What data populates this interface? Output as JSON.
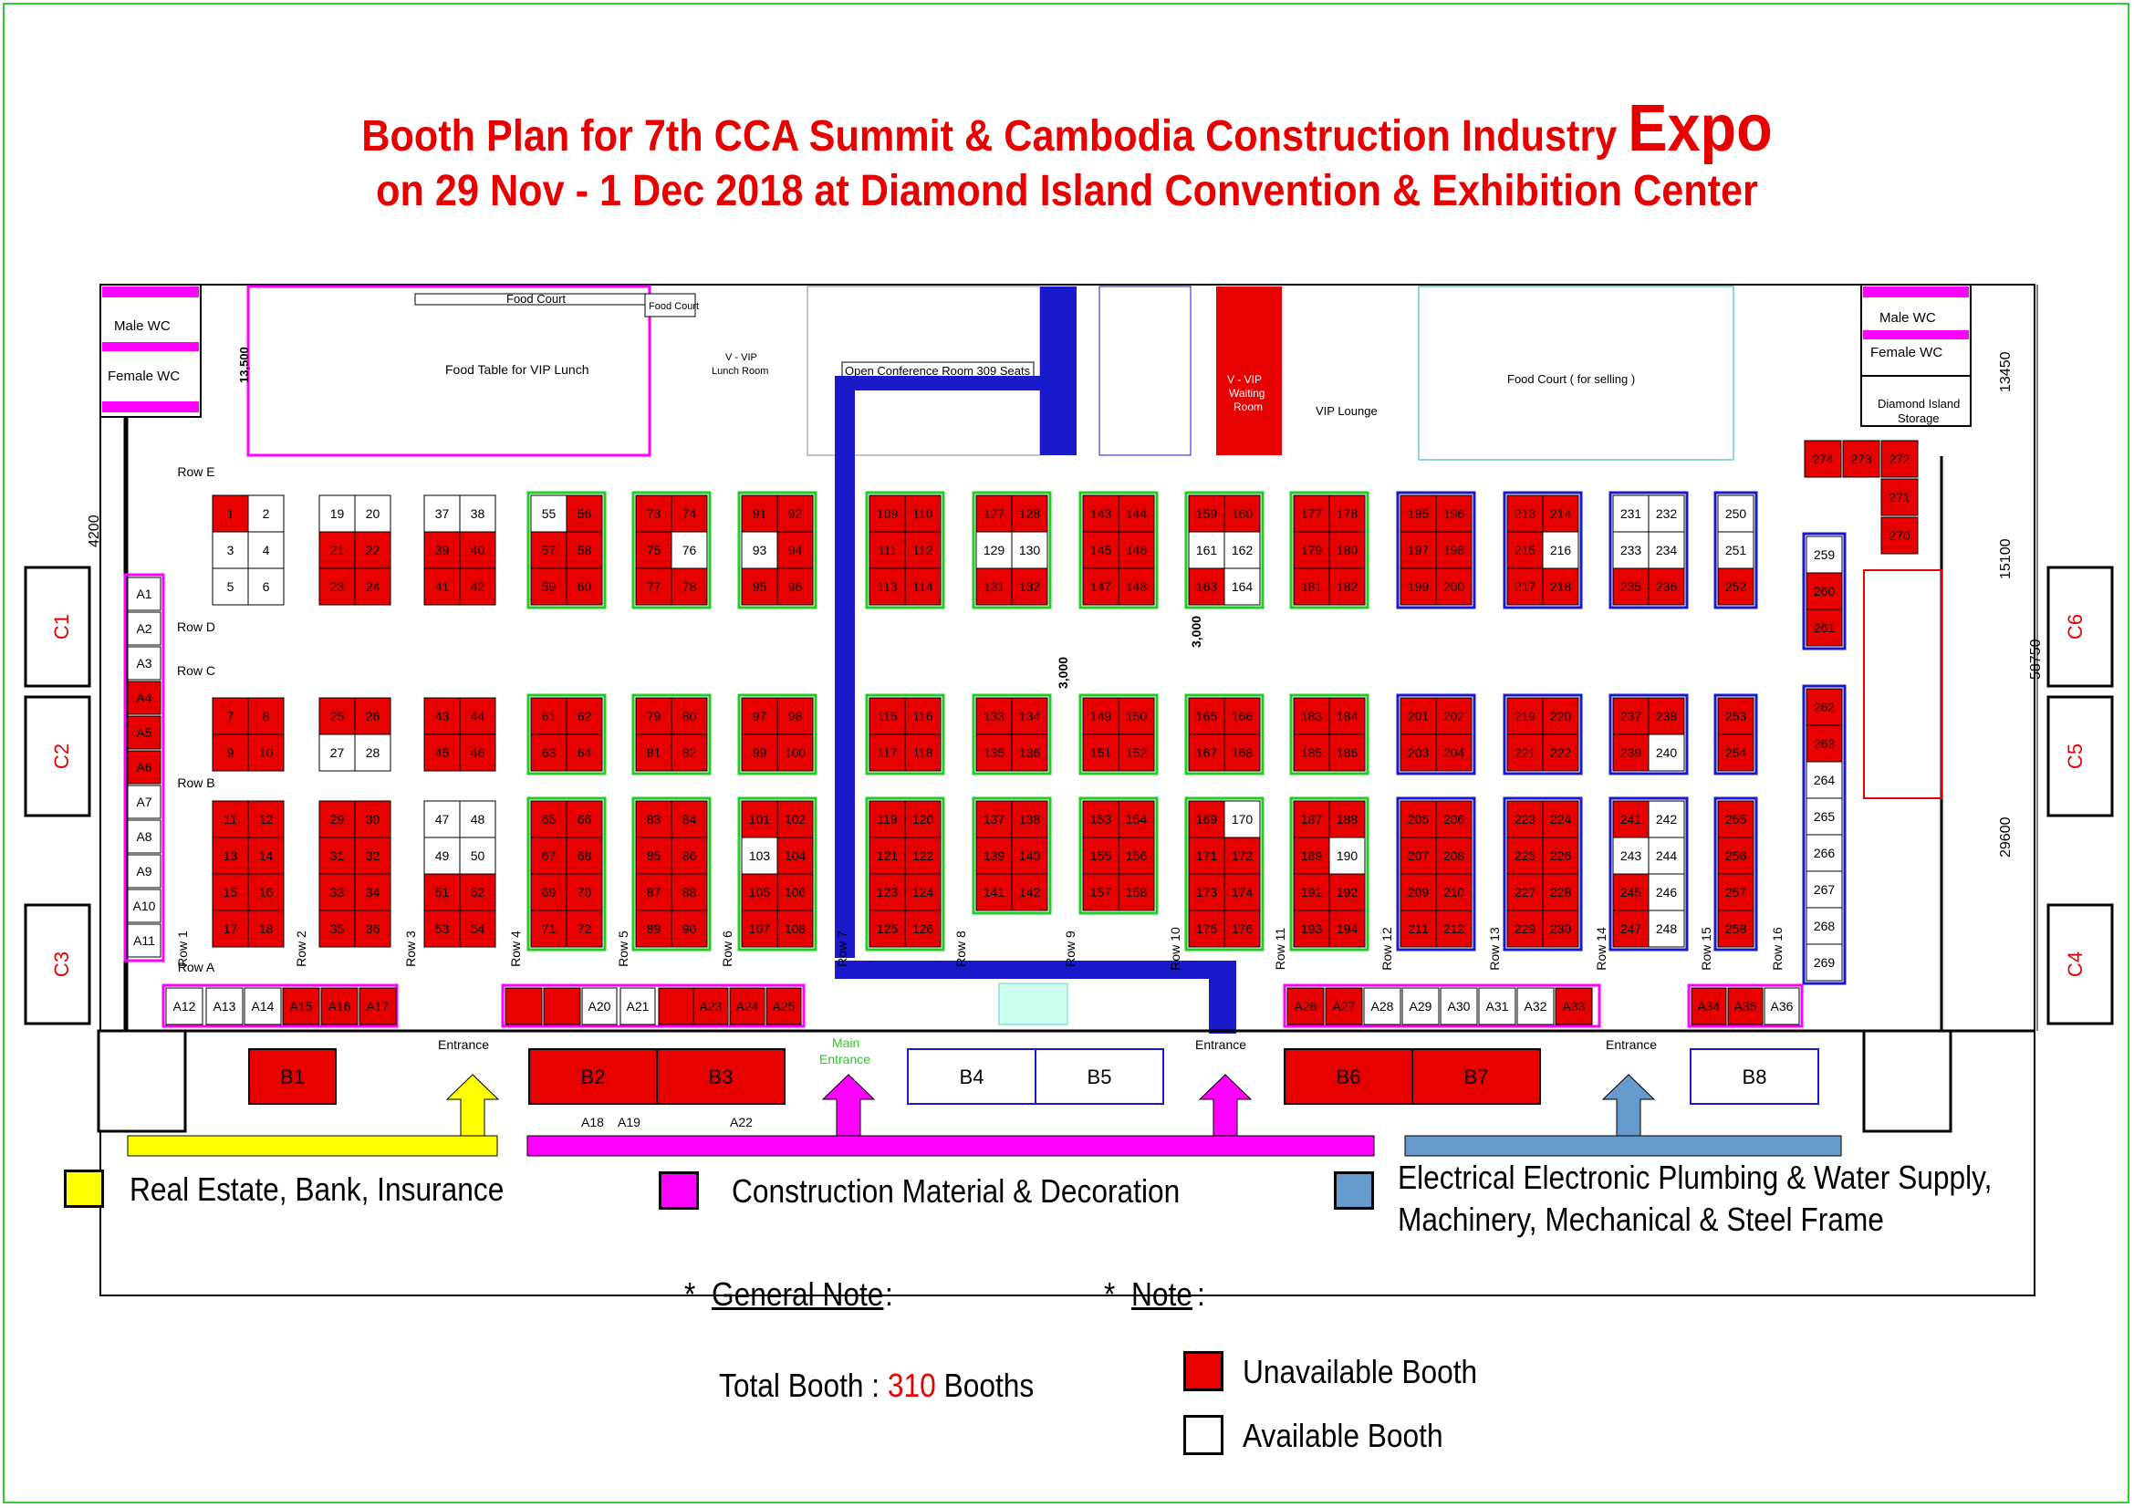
{
  "title": {
    "line1": "Booth Plan for 7th CCA Summit & Cambodia Construction Industry",
    "line1_emph": "Expo",
    "line2": "on 29 Nov - 1 Dec 2018 at Diamond Island Convention & Exhibition Center"
  },
  "colors": {
    "unavailable": "#e60000",
    "available": "#ffffff",
    "green_border": "#22cc22",
    "blue_border": "#1a1acc",
    "magenta": "#ff00ff",
    "yellow": "#ffff00",
    "steel_blue": "#6699cc",
    "accent_red": "#e60000"
  },
  "rooms": {
    "male_wc_left": "Male WC",
    "female_wc_left": "Female WC",
    "food_court_top": "Food Court",
    "food_court_box": "Food Court",
    "vip_lunch_table": "Food Table for VIP Lunch",
    "dim_13500": "13,500",
    "vip_lunch_room_1": "V - VIP",
    "vip_lunch_room_2": "Lunch Room",
    "conference": "Open Conference Room 309 Seats",
    "vvip_waiting_1": "V - VIP",
    "vvip_waiting_2": "Waiting",
    "vvip_waiting_3": "Room",
    "vip_lounge": "VIP Lounge",
    "food_court_selling": "Food Court ( for selling )",
    "male_wc_right": "Male WC",
    "female_wc_right": "Female WC",
    "storage_1": "Diamond Island",
    "storage_2": "Storage",
    "dim_3000a": "3,000",
    "dim_3000b": "3,000",
    "dim_4200": "4200",
    "dim_13450": "13450",
    "dim_15100": "15100",
    "dim_58750": "58750",
    "dim_29600": "29600"
  },
  "row_labels": [
    "Row E",
    "Row D",
    "Row C",
    "Row B",
    "Row A",
    "Row 1",
    "Row 2",
    "Row 3",
    "Row 4",
    "Row 5",
    "Row 6",
    "Row 7",
    "Row 8",
    "Row 9",
    "Row 10",
    "Row 11",
    "Row 12",
    "Row 13",
    "Row 14",
    "Row 15",
    "Row 16"
  ],
  "side_booths": {
    "left": [
      "C1",
      "C2",
      "C3"
    ],
    "right": [
      "C6",
      "C5",
      "C4"
    ]
  },
  "front_booths": [
    "B1",
    "B2",
    "B3",
    "B4",
    "B5",
    "B6",
    "B7",
    "B8"
  ],
  "entrances": {
    "entrance": "Entrance",
    "main_1": "Main",
    "main_2": "Entrance"
  },
  "extra_labels": [
    "A18",
    "A19",
    "A22"
  ],
  "available_booths": [
    "2",
    "3",
    "4",
    "5",
    "6",
    "19",
    "20",
    "27",
    "28",
    "37",
    "38",
    "47",
    "48",
    "49",
    "50",
    "55",
    "76",
    "93",
    "103",
    "129",
    "130",
    "161",
    "162",
    "164",
    "170",
    "190",
    "216",
    "231",
    "232",
    "233",
    "234",
    "240",
    "242",
    "243",
    "244",
    "246",
    "248",
    "250",
    "251",
    "259",
    "264",
    "265",
    "266",
    "267",
    "268",
    "269",
    "A1",
    "A2",
    "A3",
    "A7",
    "A8",
    "A9",
    "A10",
    "A11",
    "A12",
    "A13",
    "A14",
    "A20",
    "A21",
    "A28",
    "A29",
    "A30",
    "A31",
    "A32",
    "A36"
  ],
  "legend": {
    "yellow": "Real Estate, Bank, Insurance",
    "magenta": "Construction Material & Decoration",
    "blue_1": "Electrical Electronic Plumbing & Water Supply,",
    "blue_2": "Machinery, Mechanical & Steel Frame"
  },
  "notes": {
    "general_star": "*",
    "general": "General Note",
    "colon1": ":",
    "note_star": "*",
    "note": "Note",
    "colon2": ":",
    "total_prefix": "Total Booth : ",
    "total_value": "310",
    "total_suffix": " Booths",
    "unavailable": "Unavailable Booth",
    "available": "Available Booth"
  }
}
